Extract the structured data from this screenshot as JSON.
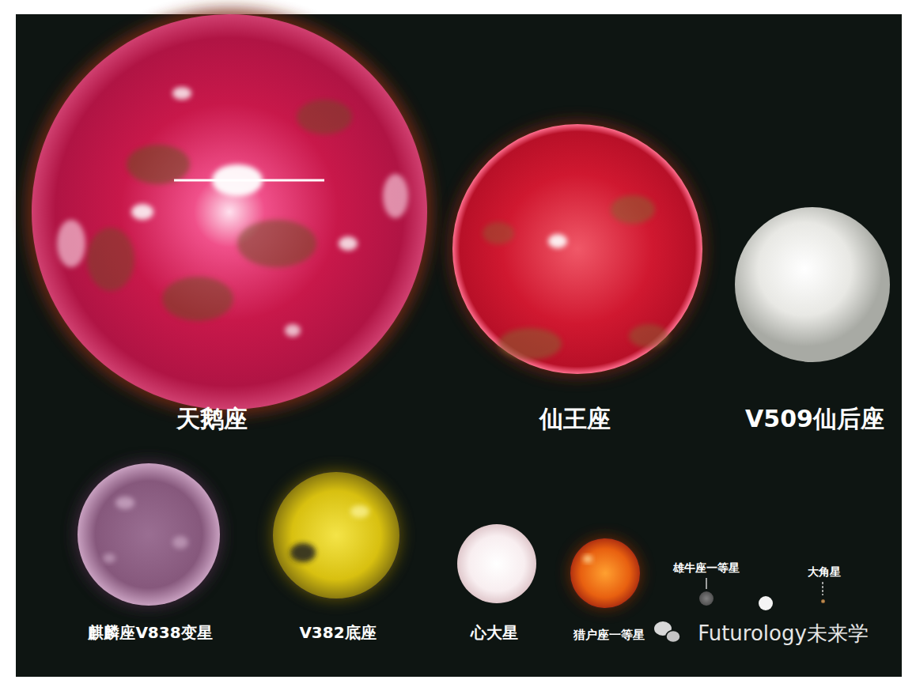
{
  "diagram": {
    "nodes": [
      {
        "text": [
          "天鹅座"
        ]
      },
      {
        "text": [
          "仙王座"
        ]
      },
      {
        "text": [
          "V509仙后座"
        ]
      },
      {
        "text": [
          "麒麟座V838变星"
        ]
      },
      {
        "text": [
          "V382底座"
        ]
      },
      {
        "text": [
          "心大星"
        ]
      },
      {
        "text": [
          "猎户座一等星"
        ]
      },
      {
        "text": [
          "雄牛座一等星"
        ]
      },
      {
        "text": [
          "大角星"
        ]
      }
    ],
    "labels": [
      "Futurology未来学"
    ]
  }
}
